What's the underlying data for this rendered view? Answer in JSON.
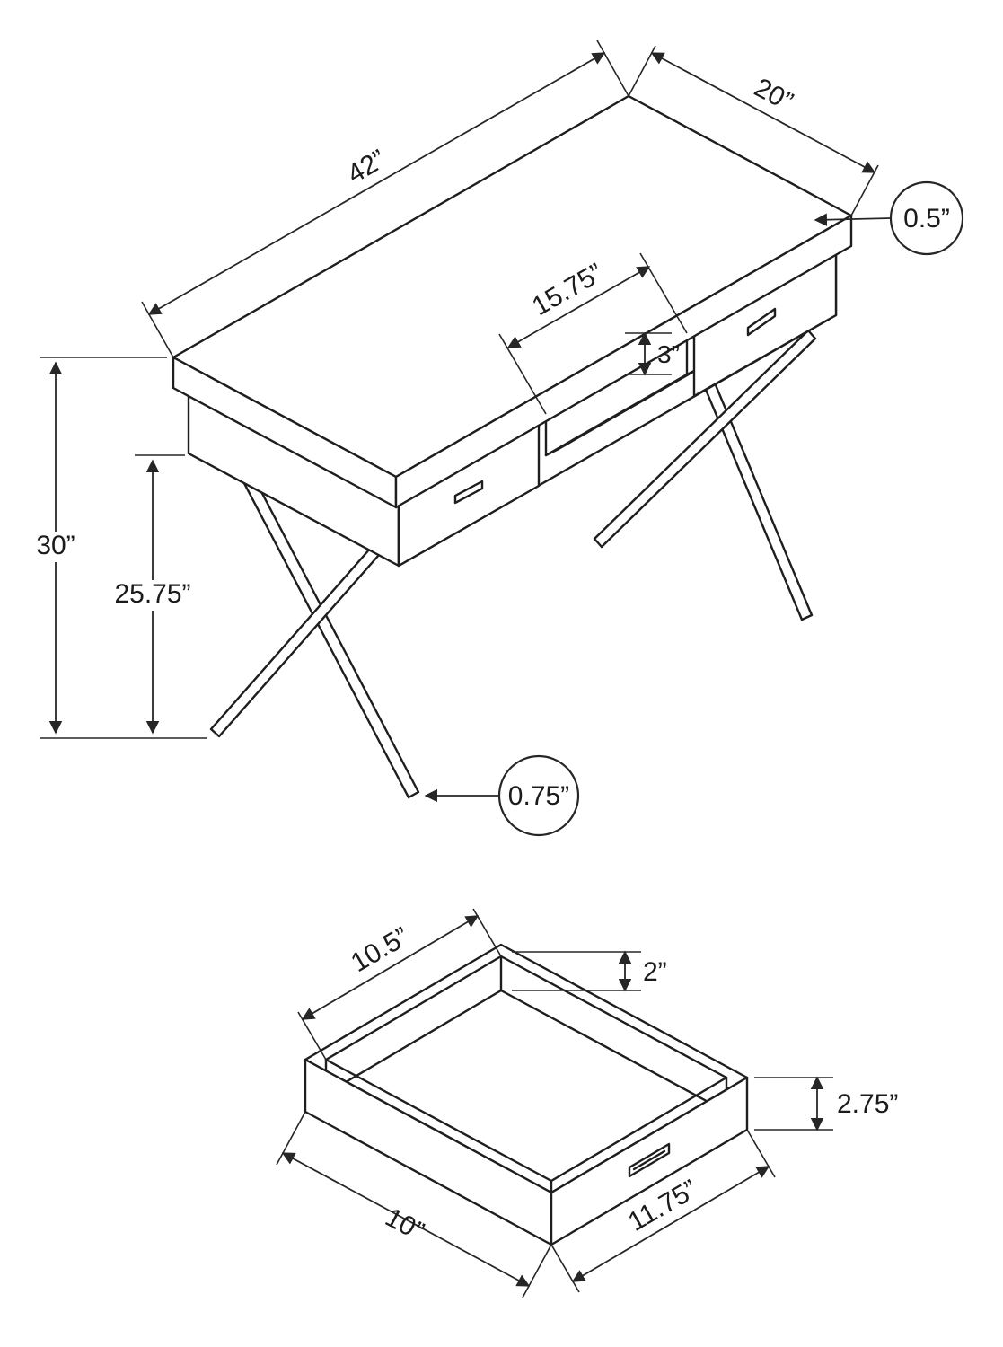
{
  "desk_view": {
    "width": "42”",
    "depth": "20”",
    "top_thickness": "0.5”",
    "opening_width": "15.75”",
    "opening_height": "3”",
    "overall_height": "30”",
    "clearance_height": "25.75”",
    "leg_thickness": "0.75”"
  },
  "drawer_view": {
    "inner_width": "10.5”",
    "inner_depth": "2”",
    "outer_height": "2.75”",
    "side_depth": "10”",
    "front_width": "11.75”"
  },
  "colors": {
    "line": "#1e1e1e",
    "background": "#ffffff"
  }
}
